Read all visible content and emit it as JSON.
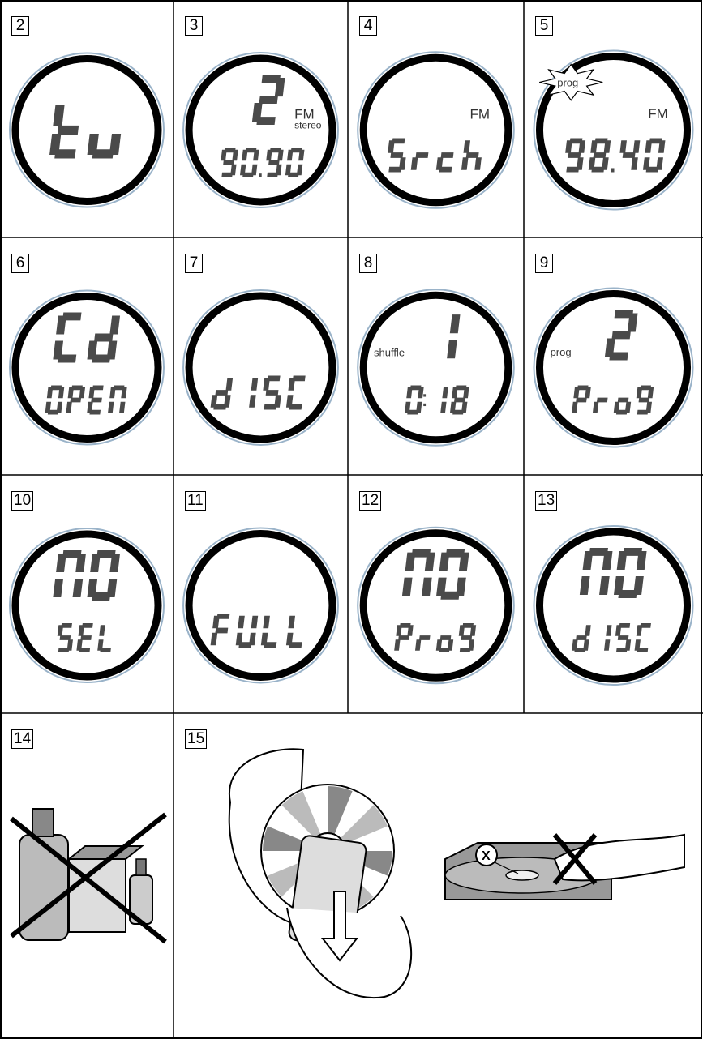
{
  "panels": [
    {
      "id": "2",
      "lines": [
        "tu"
      ]
    },
    {
      "id": "3",
      "lines": [
        "2",
        "90.90"
      ],
      "band": "FM",
      "mode": "stereo"
    },
    {
      "id": "4",
      "lines": [
        "Srch"
      ],
      "band": "FM"
    },
    {
      "id": "5",
      "lines": [
        "98.40"
      ],
      "band": "FM",
      "flash": "prog"
    },
    {
      "id": "6",
      "lines": [
        "Cd",
        "OPEN"
      ]
    },
    {
      "id": "7",
      "lines": [
        "dISC"
      ]
    },
    {
      "id": "8",
      "lines": [
        "1",
        "0:18"
      ],
      "mode": "shuffle"
    },
    {
      "id": "9",
      "lines": [
        "2",
        "Prog"
      ],
      "mode": "prog"
    },
    {
      "id": "10",
      "lines": [
        "NO",
        "SEL"
      ]
    },
    {
      "id": "11",
      "lines": [
        "FULL"
      ]
    },
    {
      "id": "12",
      "lines": [
        "NO",
        "Prog"
      ]
    },
    {
      "id": "13",
      "lines": [
        "NO",
        "dISC"
      ]
    }
  ],
  "illustrations": [
    {
      "id": "14",
      "subject": "chemical-cleaners-crossed-out"
    },
    {
      "id": "15",
      "subject": "disc-handling",
      "marker": "X"
    }
  ],
  "colors": {
    "ink": "#000000",
    "segment": "#4a4a4a",
    "rim": "#9ab3c9"
  }
}
